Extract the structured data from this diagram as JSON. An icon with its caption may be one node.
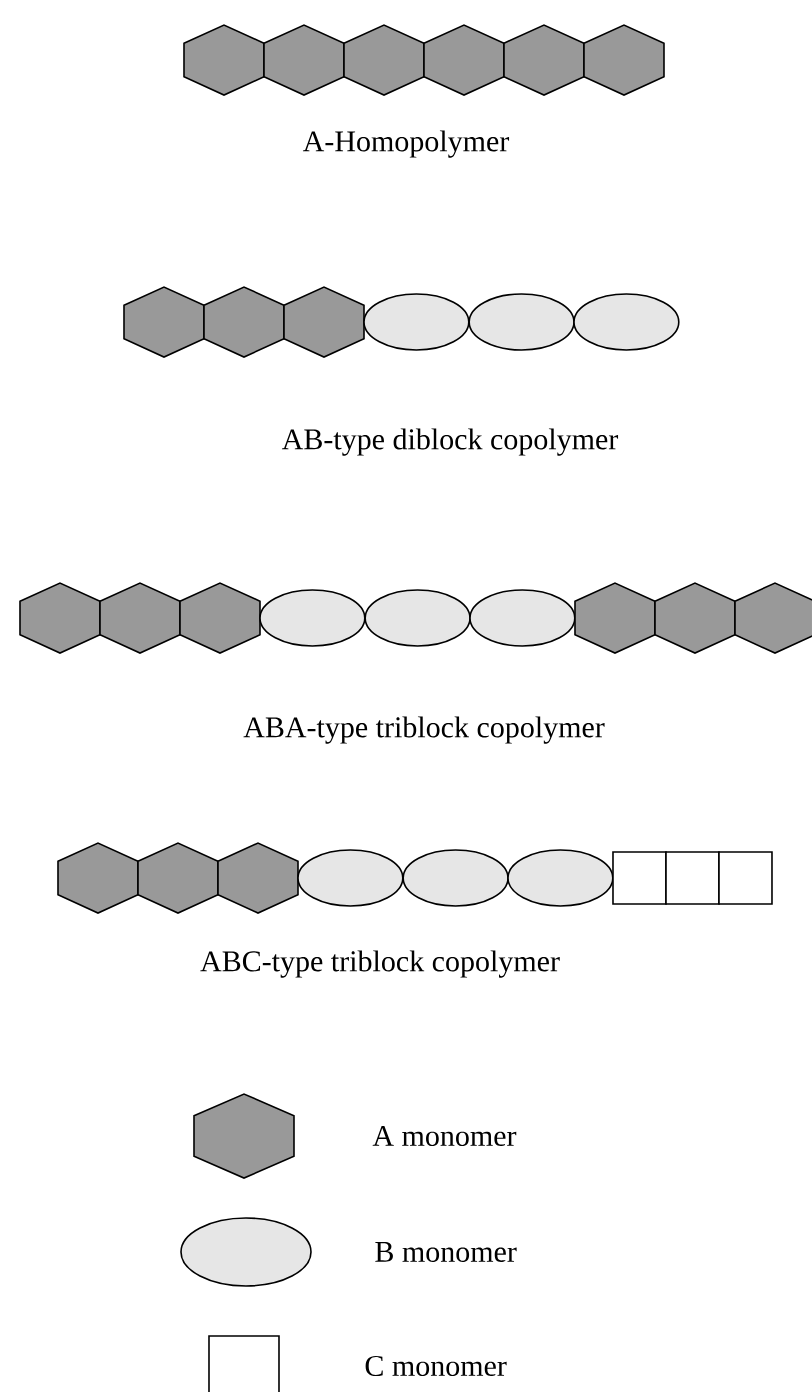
{
  "diagram": {
    "labels": [
      "A-Homopolymer",
      "AB-type diblock copolymer",
      "ABA-type triblock copolymer",
      "ABC-type triblock copolymer"
    ],
    "legend": [
      {
        "text": "A monomer"
      },
      {
        "text": "B monomer"
      },
      {
        "text": "C monomer"
      }
    ]
  }
}
